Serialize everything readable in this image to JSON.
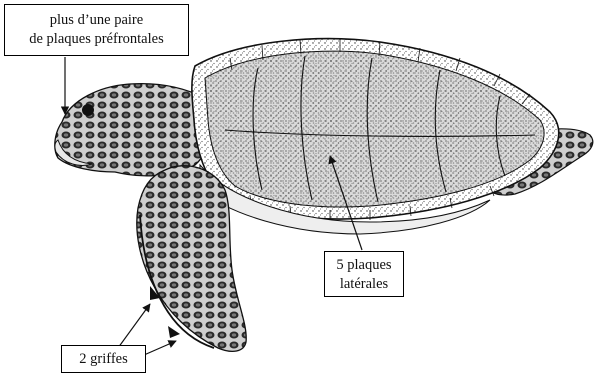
{
  "labels": {
    "prefrontal": {
      "line1": "plus d’une paire",
      "line2": "de plaques préfrontales"
    },
    "lateral": {
      "line1": "5 plaques",
      "line2": "latérales"
    },
    "claws": {
      "text": "2 griffes"
    }
  },
  "colors": {
    "ink": "#1a1a1a",
    "shell": "#8c8c8c",
    "background": "#ffffff"
  }
}
